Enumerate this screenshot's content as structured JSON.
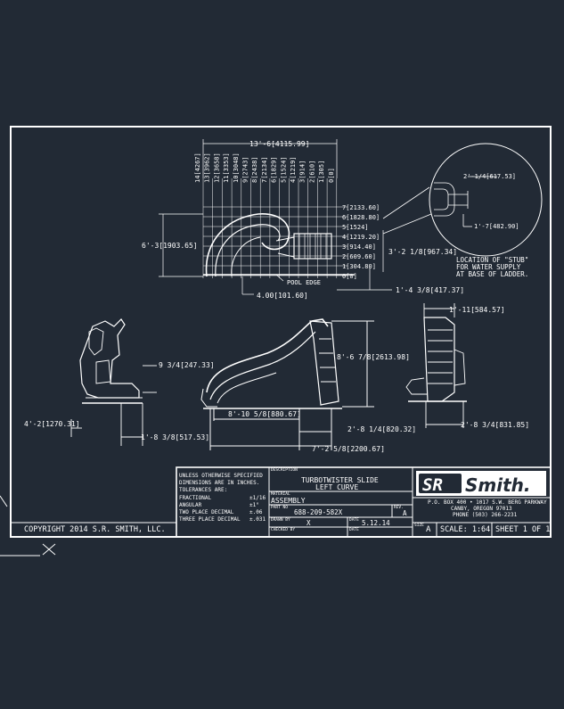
{
  "colors": {
    "background": "#222a35",
    "linework": "#ffffff"
  },
  "plan_view": {
    "overall_width": "13'-6[4115.99]",
    "top_ticks": [
      "14[4267]",
      "13[3962]",
      "12[3658]",
      "11[3353]",
      "10[3048]",
      "9[2743]",
      "8[2438]",
      "7[2134]",
      "6[1829]",
      "5[1524]",
      "4[1219]",
      "3[914]",
      "2[610]",
      "1[305]",
      "0[0]"
    ],
    "height_dim": "6'-3[1903.65]",
    "right_ticks": [
      "7[2133.60]",
      "6[1828.80]",
      "5[1524]",
      "4[1219.20]",
      "3[914.40]",
      "2[609.60]",
      "1[304.80]",
      "0[0]"
    ],
    "ladder_dim": "3'-2 1/8[967.34]",
    "pool_edge": "POOL EDGE",
    "offset_dim": "4.00[101.60]",
    "stub_dim": "1'-4 3/8[417.37]"
  },
  "detail": {
    "dim_top": "2'-1/4[617.53]",
    "dim_side": "1'-7[482.90]",
    "note": [
      "LOCATION OF \"STUB\"",
      "FOR WATER SUPPLY",
      "AT BASE OF LADDER."
    ]
  },
  "front_view": {
    "dim_right": "9 3/4[247.33]",
    "dim_left": "4'-2[1270.31]",
    "dim_bottom": "1'-8 3/8[517.53]"
  },
  "side_view": {
    "height": "8'-6 7/8[2613.98]",
    "base": "8'-10 5/8[880.67]",
    "exit": "2'-8 1/4[820.32]",
    "length": "7'-2 5/8[2200.67]"
  },
  "rear_view": {
    "top": "1'-11[584.57]",
    "base": "2'-8 3/4[831.85]"
  },
  "title_block": {
    "notes": [
      "UNLESS OTHERWISE SPECIFIED",
      "DIMENSIONS ARE IN INCHES.",
      "TOLERANCES ARE:"
    ],
    "tolerances": [
      {
        "label": "FRACTIONAL",
        "value": "±1/16"
      },
      {
        "label": "ANGULAR",
        "value": "±1°"
      },
      {
        "label": "TWO PLACE DECIMAL",
        "value": "±.06"
      },
      {
        "label": "THREE PLACE DECIMAL",
        "value": "±.031"
      }
    ],
    "description_label": "DESCRIPTION",
    "description": [
      "TURBOTWISTER SLIDE",
      "LEFT CURVE"
    ],
    "material_label": "MATERIAL",
    "material": "ASSEMBLY",
    "part_label": "PART NO",
    "part_number": "688-209-582X",
    "rev_label": "REV.",
    "rev": "A",
    "drawn_label": "DRAWN BY",
    "drawn_by": "X",
    "date_label": "DATE",
    "date": "5.12.14",
    "checked_label": "CHECKED BY",
    "date2_label": "DATE",
    "size_label": "SIZE",
    "size": "A",
    "scale": "SCALE: 1:64",
    "sheet": "SHEET 1 OF 1",
    "company_logo": "SR Smith",
    "address": [
      "P.O. BOX 400 • 1017 S.W. BERG PARKWAY",
      "CANBY, OREGON 97013",
      "PHONE (503) 266-2231"
    ]
  },
  "copyright": "COPYRIGHT 2014 S.R. SMITH, LLC."
}
